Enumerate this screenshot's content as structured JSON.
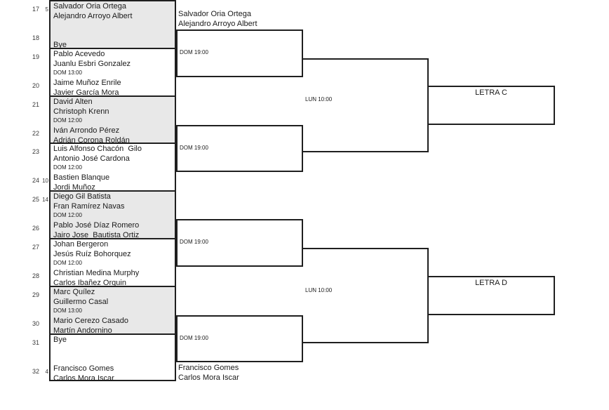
{
  "colors": {
    "shaded_block": "#e8e8e8",
    "line": "#1f1f1f",
    "text": "#1a1a1a",
    "background": "#ffffff"
  },
  "round1": {
    "matches": [
      {
        "pos_top": "17",
        "seed_top": "5",
        "top1": "Salvador Oria Ortega",
        "top2": "Alejandro Arroyo Albert",
        "time": "",
        "pos_bot": "18",
        "seed_bot": "",
        "bot1": "",
        "bot2": "Bye"
      },
      {
        "pos_top": "19",
        "seed_top": "",
        "top1": "Pablo Acevedo",
        "top2": "Juanlu Esbri Gonzalez",
        "time": "DOM 13:00",
        "pos_bot": "20",
        "seed_bot": "",
        "bot1": "Jaime Muñoz Enrile",
        "bot2": "Javier García Mora"
      },
      {
        "pos_top": "21",
        "seed_top": "",
        "top1": "David Alten",
        "top2": "Christoph Krenn",
        "time": "DOM 12:00",
        "pos_bot": "22",
        "seed_bot": "",
        "bot1": "Iván Arrondo Pérez",
        "bot2": "Adrián Corona Roldán"
      },
      {
        "pos_top": "23",
        "seed_top": "",
        "top1": "Luis Alfonso Chacón  Gilo",
        "top2": "Antonio José Cardona",
        "time": "DOM 12:00",
        "pos_bot": "24",
        "seed_bot": "10",
        "bot1": "Bastien Blanque",
        "bot2": "Jordi Muñoz"
      },
      {
        "pos_top": "25",
        "seed_top": "14",
        "top1": "Diego Gil Batista",
        "top2": "Fran Ramírez Navas",
        "time": "DOM 12:00",
        "pos_bot": "26",
        "seed_bot": "",
        "bot1": "Pablo José Díaz Romero",
        "bot2": "Jairo Jose  Bautista Ortiz"
      },
      {
        "pos_top": "27",
        "seed_top": "",
        "top1": "Johan Bergeron",
        "top2": "Jesús Ruíz Bohorquez",
        "time": "DOM 12:00",
        "pos_bot": "28",
        "seed_bot": "",
        "bot1": "Christian Medina Murphy",
        "bot2": "Carlos Ibañez Orquin"
      },
      {
        "pos_top": "29",
        "seed_top": "",
        "top1": "Marc Quílez",
        "top2": "Guillermo Casal",
        "time": "DOM 13:00",
        "pos_bot": "30",
        "seed_bot": "",
        "bot1": "Mario Cerezo Casado",
        "bot2": "Martín Andornino"
      },
      {
        "pos_top": "31",
        "seed_top": "",
        "top1": "Bye",
        "top2": "",
        "time": "",
        "pos_bot": "32",
        "seed_bot": "4",
        "bot1": "Francisco Gomes",
        "bot2": "Carlos Mora Iscar"
      }
    ]
  },
  "round2": {
    "advanced_top": {
      "line1": "Salvador Oria Ortega",
      "line2": "Alejandro Arroyo Albert"
    },
    "advanced_bottom": {
      "line1": "Francisco Gomes",
      "line2": "Carlos Mora Iscar"
    },
    "matches": [
      {
        "time": "DOM 19:00"
      },
      {
        "time": "DOM 19:00"
      },
      {
        "time": "DOM 19:00"
      },
      {
        "time": "DOM 19:00"
      }
    ]
  },
  "round3": {
    "matches": [
      {
        "time": "LUN 10:00"
      },
      {
        "time": "LUN 10:00"
      }
    ]
  },
  "destinations": [
    {
      "label": "LETRA C"
    },
    {
      "label": "LETRA D"
    }
  ]
}
